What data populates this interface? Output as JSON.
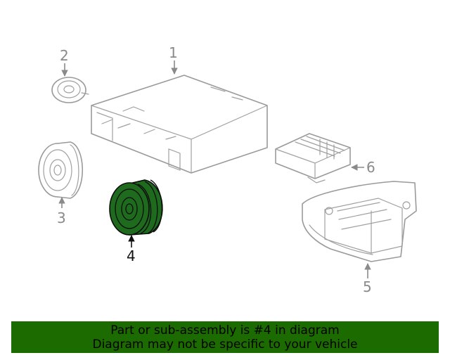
{
  "callouts": {
    "c1": "1",
    "c2": "2",
    "c3": "3",
    "c4": "4",
    "c5": "5",
    "c6": "6"
  },
  "highlighted_part": "4",
  "colors": {
    "highlight_fill": "#1e6b1e",
    "banner_bg": "#1c6b00",
    "line_gray": "#9a9a9a"
  },
  "banner": {
    "line1": "Part or sub-assembly is #4 in diagram",
    "line2": "Diagram may not be specific to your vehicle"
  }
}
